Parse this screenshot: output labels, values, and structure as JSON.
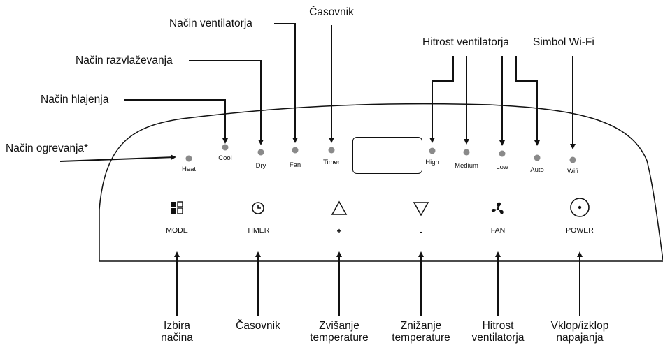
{
  "top_callouts": {
    "heating_mode": "Način ogrevanja*",
    "cooling_mode": "Način hlajenja",
    "dry_mode": "Način razvlaževanja",
    "fan_mode": "Način ventilatorja",
    "timer": "Časovnik",
    "fan_speed": "Hitrost ventilatorja",
    "wifi_symbol": "Simbol Wi-Fi"
  },
  "indicators": {
    "heat": "Heat",
    "cool": "Cool",
    "dry": "Dry",
    "fan": "Fan",
    "timer": "Timer",
    "high": "High",
    "medium": "Medium",
    "low": "Low",
    "auto": "Auto",
    "wifi": "Wifi"
  },
  "indicator_color": "#8a8a8a",
  "buttons": {
    "mode": {
      "label": "MODE",
      "icon": "mode-grid-icon"
    },
    "timer": {
      "label": "TIMER",
      "icon": "clock-icon"
    },
    "up": {
      "label": "+",
      "icon": "triangle-up-icon"
    },
    "down": {
      "label": "-",
      "icon": "triangle-down-icon"
    },
    "fan": {
      "label": "FAN",
      "icon": "fan-icon"
    },
    "power": {
      "label": "POWER",
      "icon": "power-circle-icon"
    }
  },
  "bottom_callouts": {
    "mode_select": "Izbira načina",
    "timer": "Časovnik",
    "temp_up": "Zvišanje temperature",
    "temp_down": "Znižanje temperature",
    "fan_speed": "Hitrost ventilatorja",
    "power": "Vklop/izklop napajanja"
  }
}
